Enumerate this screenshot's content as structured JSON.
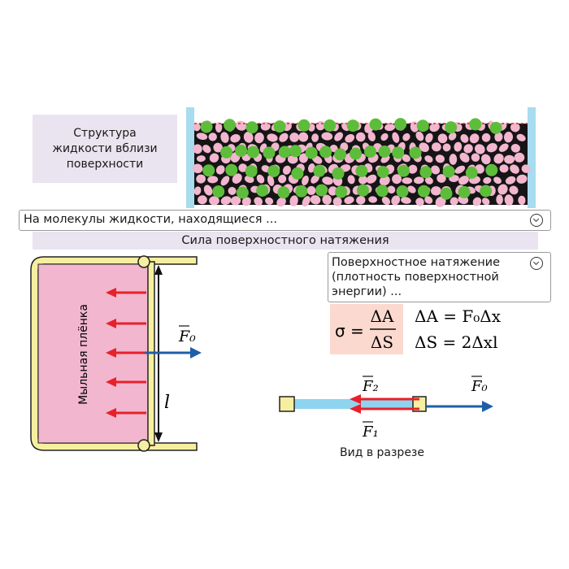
{
  "structure_label": "Структура жидкости вблизи поверхности",
  "dropdown_molecules": {
    "text": "На молекулы жидкости, находящиеся ...",
    "icon": "chevron-down-icon"
  },
  "section_title": "Сила поверхностного натяжения",
  "dropdown_tension": {
    "text": "Поверхностное натяжение (плотность поверхностной энергии) ...",
    "icon": "chevron-down-icon"
  },
  "film_label": "Мыльная плёнка",
  "length_label": "l",
  "force_f0": "F₀",
  "force_f1": "F₁",
  "force_f2": "F₂",
  "formula": {
    "sigma": "σ =",
    "numerator": "ΔA",
    "denominator": "ΔS",
    "work": "ΔA = F₀Δx",
    "area": "ΔS = 2Δxl"
  },
  "section_caption": "Вид в разрезе",
  "colors": {
    "liquid": "#f2b6cf",
    "molecule": "#5dbd3b",
    "arrow_red": "#e8202a",
    "arrow_blue": "#1f5fa8",
    "frame": "#f6ef9f",
    "wall": "#a8dcef",
    "panel": "#e9e4ef",
    "formula_bg": "#fbd9cf"
  }
}
